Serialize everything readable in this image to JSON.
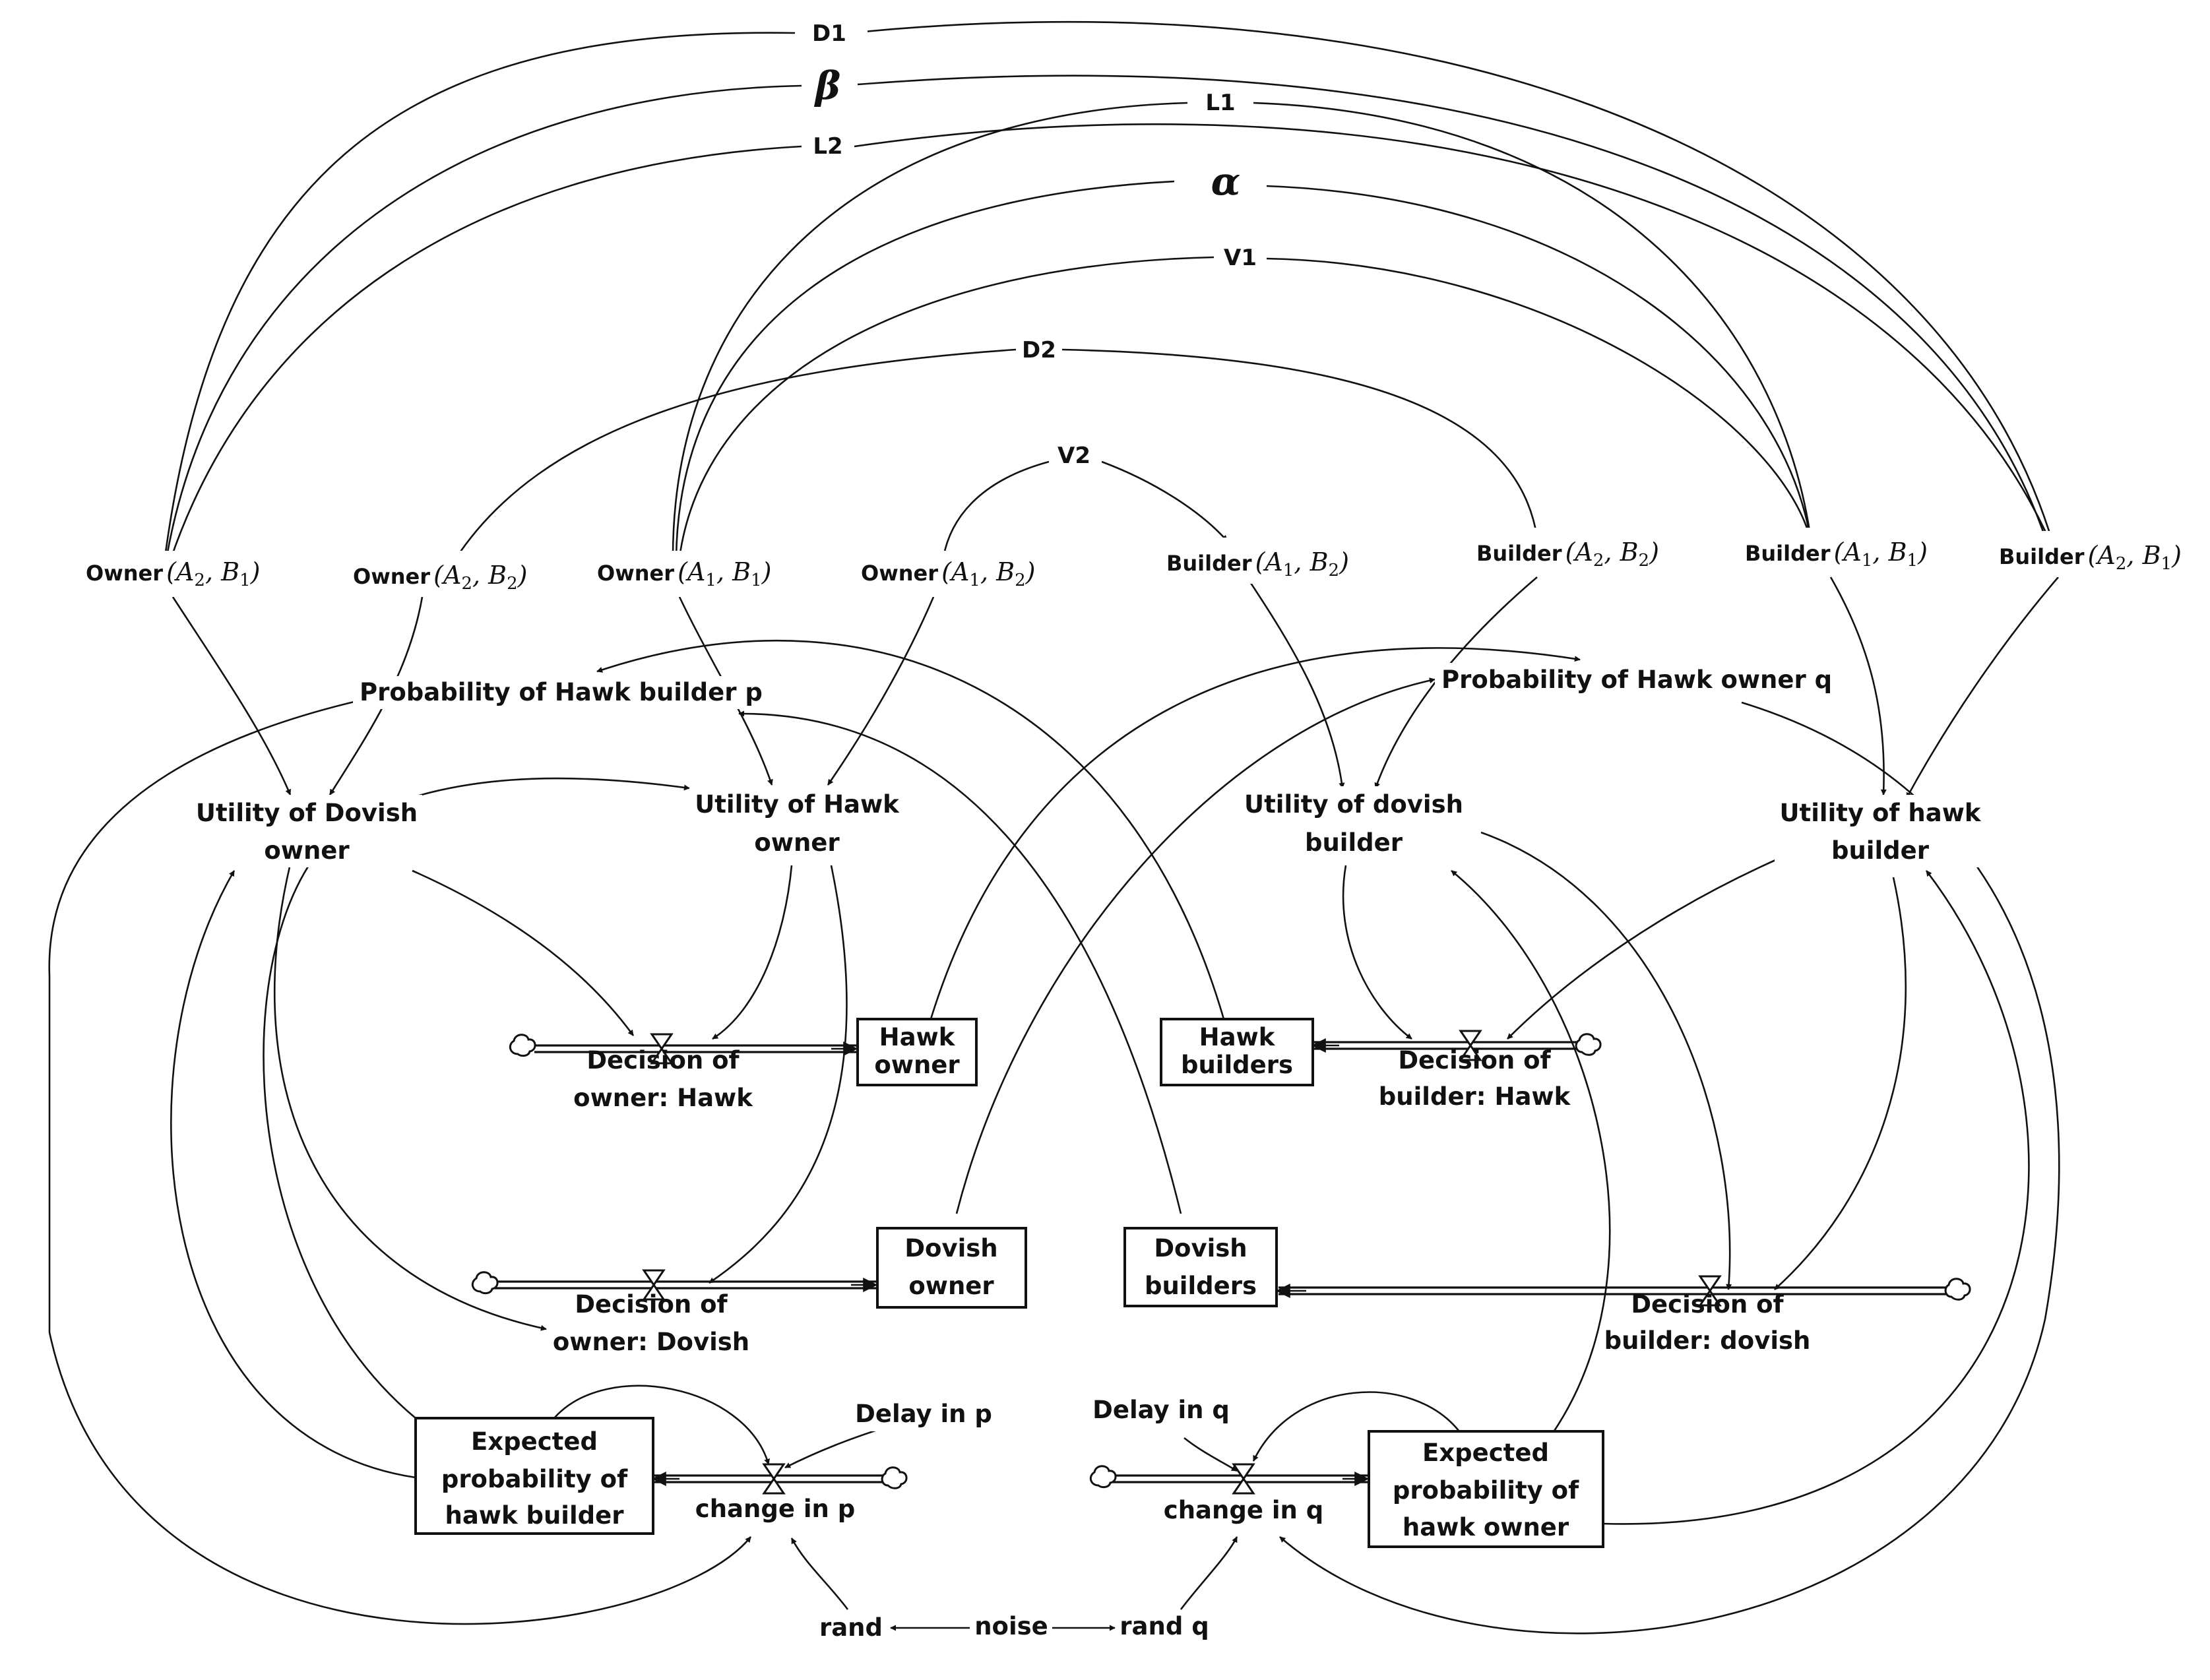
{
  "parameters": {
    "d1": "D1",
    "beta": "β",
    "l1": "L1",
    "l2": "L2",
    "alpha": "α",
    "v1": "V1",
    "d2": "D2",
    "v2": "V2"
  },
  "payoff_nodes": {
    "owner_a2b1": {
      "prefix": "Owner",
      "a": "A",
      "a_sub": "2",
      "b": "B",
      "b_sub": "1"
    },
    "owner_a2b2": {
      "prefix": "Owner",
      "a": "A",
      "a_sub": "2",
      "b": "B",
      "b_sub": "2"
    },
    "owner_a1b1": {
      "prefix": "Owner",
      "a": "A",
      "a_sub": "1",
      "b": "B",
      "b_sub": "1"
    },
    "owner_a1b2": {
      "prefix": "Owner",
      "a": "A",
      "a_sub": "1",
      "b": "B",
      "b_sub": "2"
    },
    "builder_a1b2": {
      "prefix": "Builder",
      "a": "A",
      "a_sub": "1",
      "b": "B",
      "b_sub": "2"
    },
    "builder_a2b2": {
      "prefix": "Builder",
      "a": "A",
      "a_sub": "2",
      "b": "B",
      "b_sub": "2"
    },
    "builder_a1b1": {
      "prefix": "Builder",
      "a": "A",
      "a_sub": "1",
      "b": "B",
      "b_sub": "1"
    },
    "builder_a2b1": {
      "prefix": "Builder",
      "a": "A",
      "a_sub": "2",
      "b": "B",
      "b_sub": "1"
    }
  },
  "auxiliaries": {
    "prob_hawk_builder": "Probability of Hawk builder p",
    "prob_hawk_owner": "Probability of Hawk owner q",
    "utility_dovish_owner": [
      "Utility of Dovish",
      "owner"
    ],
    "utility_hawk_owner": [
      "Utility of Hawk",
      "owner"
    ],
    "utility_dovish_builder": [
      "Utility of dovish",
      "builder"
    ],
    "utility_hawk_builder": [
      "Utility of hawk",
      "builder"
    ],
    "delay_p": "Delay in p",
    "delay_q": "Delay in q",
    "rand": "rand",
    "noise": "noise",
    "rand_q": "rand q"
  },
  "stocks": {
    "hawk_owner": [
      "Hawk",
      "owner"
    ],
    "hawk_builders": [
      "Hawk",
      "builders"
    ],
    "dovish_owner": [
      "Dovish",
      "owner"
    ],
    "dovish_builders": [
      "Dovish",
      "builders"
    ],
    "expected_p": [
      "Expected",
      "probability of",
      "hawk builder"
    ],
    "expected_q": [
      "Expected",
      "probability of",
      "hawk owner"
    ]
  },
  "flows": {
    "decision_owner_hawk": [
      "Decision of",
      "owner: Hawk"
    ],
    "decision_builder_hawk": [
      "Decision of",
      "builder: Hawk"
    ],
    "decision_owner_dovish": [
      "Decision of",
      "owner: Dovish"
    ],
    "decision_builder_dovish": [
      "Decision of",
      "builder: dovish"
    ],
    "change_p": "change in p",
    "change_q": "change in q"
  }
}
